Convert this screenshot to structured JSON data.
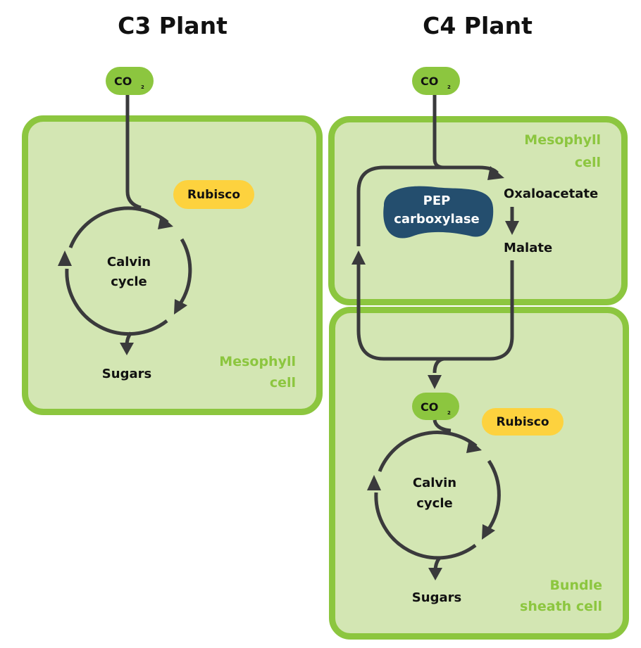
{
  "titles": {
    "c3": "C3 Plant",
    "c4": "C4 Plant"
  },
  "c3": {
    "co2": {
      "main": "CO",
      "sub": "2"
    },
    "enzyme": "Rubisco",
    "cycle": [
      "Calvin",
      "cycle"
    ],
    "product": "Sugars",
    "cell": [
      "Mesophyll",
      "cell"
    ]
  },
  "c4": {
    "co2_in": {
      "main": "CO",
      "sub": "2"
    },
    "mesophyll": {
      "enzyme": [
        "PEP",
        "carboxylase"
      ],
      "product1": "Oxaloacetate",
      "product2": "Malate",
      "cell": [
        "Mesophyll",
        "cell"
      ]
    },
    "bundle": {
      "co2": {
        "main": "CO",
        "sub": "2"
      },
      "enzyme": "Rubisco",
      "cycle": [
        "Calvin",
        "cycle"
      ],
      "product": "Sugars",
      "cell": [
        "Bundle",
        "sheath cell"
      ]
    }
  },
  "colors": {
    "cell_fill": "#d3e6b3",
    "cell_border": "#8cc63f",
    "co2_pill": "#8cc63f",
    "rubisco_pill": "#fdd23e",
    "pep_blob": "#244e6e",
    "arrow": "#3a3a3c"
  }
}
